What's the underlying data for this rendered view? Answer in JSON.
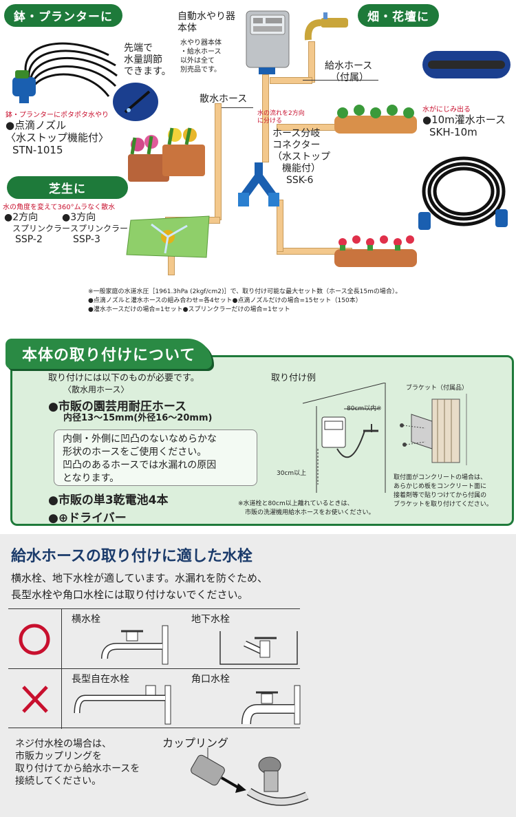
{
  "top": {
    "pot_title": "鉢・プランターに",
    "field_title": "畑・花壇に",
    "lawn_title": "芝生に",
    "nozzle_note": [
      "先端で",
      "水量調節",
      "できます。"
    ],
    "main_unit": {
      "title_lines": [
        "自動水やり器",
        "本体"
      ],
      "note_lines": [
        "水やり器本体",
        "・給水ホース",
        "以外は全て",
        "別売品です。"
      ]
    },
    "supply_hose": [
      "給水ホース",
      "（付属）"
    ],
    "spray_hose": "散水ホース",
    "drip": {
      "red": "鉢・プランターにポタポタ水やり",
      "name": "●点滴ノズル",
      "sub": "〈水ストップ機能付〉",
      "code": "STN-1015"
    },
    "soaker": {
      "red": "水がにじみ出る",
      "name": "●10m灌水ホース",
      "code": "SKH-10m"
    },
    "splitter": {
      "red": [
        "水の流れを2方向",
        "に分ける"
      ],
      "lines": [
        "ホース分岐",
        "コネクター",
        "（水ストップ",
        "機能付）",
        "SSK-6"
      ]
    },
    "sprinkler": {
      "red": "水の角度を変えて360°ムラなく散水",
      "two_name": "●2方向",
      "two_sub": "スプリンクラー",
      "two_code": "SSP-2",
      "three_name": "●3方向",
      "three_sub": "スプリンクラー",
      "three_code": "SSP-3"
    },
    "footnotes": [
      "※一般家庭の水道水圧［1961.3hPa (2kgf/cm2)］で、取り付け可能な最大セット数（ホース全長15mの場合）。",
      "●点滴ノズルと灌水ホースの組み合わせ=各4セット●点滴ノズルだけの場合=15セット（150本）",
      "●灌水ホースだけの場合=1セット●スプリンクラーだけの場合=1セット"
    ]
  },
  "install": {
    "title": "本体の取り付けについて",
    "intro": "取り付けには以下のものが必要です。",
    "hose_note": "〈散水用ホース〉",
    "item1": "●市販の園芸用耐圧ホース",
    "item1_sub": "内径13～15mm(外径16～20mm)",
    "box_lines": [
      "内側・外側に凹凸のないなめらかな",
      "形状のホースをご使用ください。",
      "凹凸のあるホースでは水漏れの原因",
      "となります。"
    ],
    "item2": "●市販の単3乾電池4本",
    "item3": "●⊕ドライバー",
    "example_title": "取り付け例",
    "dist_80": "80cm以内※",
    "height_30": "30cm以上",
    "bracket": "ブラケット（付属品）",
    "diagram_note": [
      "※水道栓と80cm以上離れているときは、",
      "市販の洗濯機用給水ホースをお使いください。"
    ],
    "concrete_note": [
      "取付面がコンクリートの場合は、",
      "あらかじめ板をコンクリート面に",
      "接着剤等で貼りつけてから付属の",
      "ブラケットを取り付けてください。"
    ]
  },
  "faucet": {
    "title": "給水ホースの取り付けに適した水栓",
    "desc": [
      "横水栓、地下水栓が適しています。水漏れを防ぐため、",
      "長型水栓や角口水栓には取り付けないでください。"
    ],
    "ok_a": "横水栓",
    "ok_b": "地下水栓",
    "ng_a": "長型自在水栓",
    "ng_b": "角口水栓",
    "coupling_label": "カップリング",
    "thread_note": [
      "ネジ付水栓の場合は、",
      "市販カップリングを",
      "取り付けてから給水ホースを",
      "接続してください。"
    ]
  },
  "colors": {
    "green": "#1e7a3a",
    "red": "#c8102e",
    "hose": "#f3c88c"
  }
}
